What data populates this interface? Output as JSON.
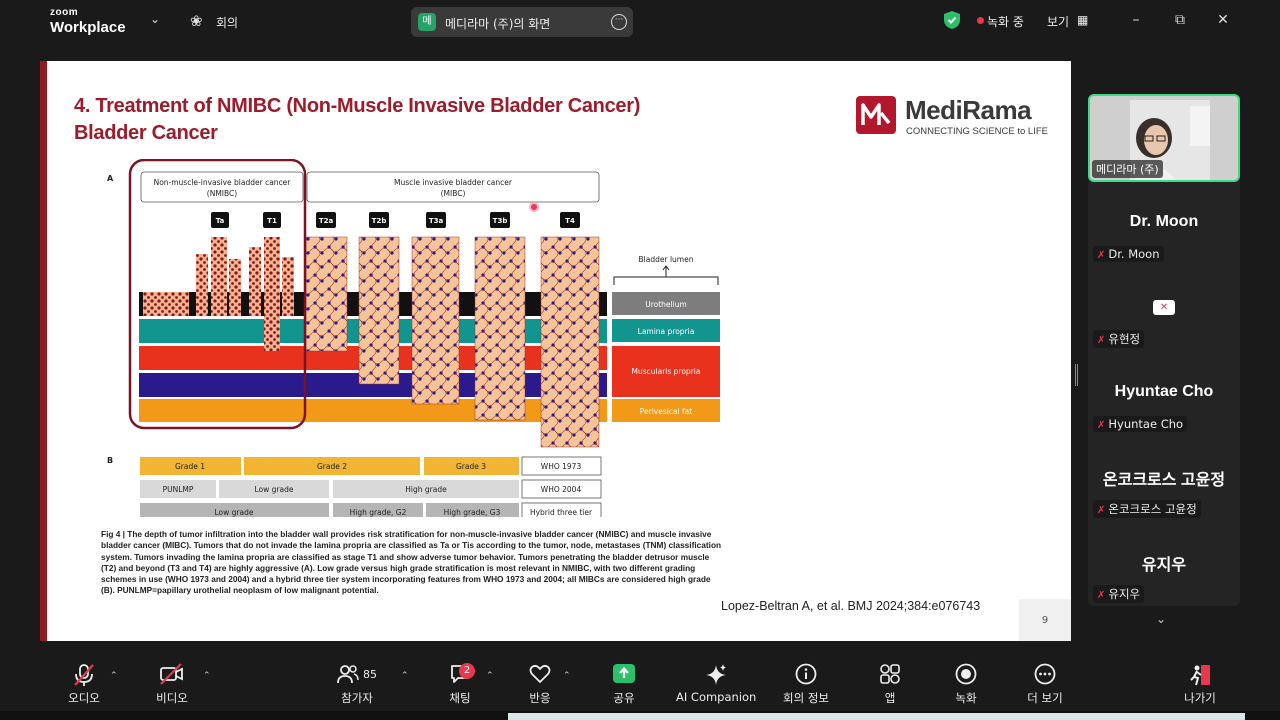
{
  "app": {
    "logo_small": "zoom",
    "logo_big": "Workplace",
    "meeting_label": "회의",
    "share_title": "메디라마 (주)의 화면",
    "share_badge": "메",
    "recording_label": "녹화 중",
    "view_label": "보기"
  },
  "slide": {
    "title_line1": "4. Treatment of NMIBC (Non-Muscle Invasive Bladder Cancer)",
    "title_line2": "Bladder Cancer",
    "brand_name": "MediRama",
    "brand_tagline": "CONNECTING SCIENCE to LIFE",
    "figure": {
      "panel_a_label": "A",
      "panel_b_label": "B",
      "nmibc_header_line1": "Non-muscle-invasive bladder cancer",
      "nmibc_header_line2": "(NMIBC)",
      "mibc_header_line1": "Muscle invasive bladder cancer",
      "mibc_header_line2": "(MIBC)",
      "stages": [
        "Ta",
        "T1",
        "T2a",
        "T2b",
        "T3a",
        "T3b",
        "T4"
      ],
      "bladder_lumen": "Bladder lumen",
      "layers": [
        {
          "label": "Urothelium",
          "color": "#7d7d7d"
        },
        {
          "label": "Lamina propria",
          "color": "#12958f"
        },
        {
          "label": "Muscularis propria",
          "color": "#e8321e"
        },
        {
          "label": "",
          "color": "#2a1a8c"
        },
        {
          "label": "Perivesical fat",
          "color": "#f29a18"
        }
      ],
      "grading_rows": [
        {
          "cells": [
            "Grade 1",
            "Grade 2",
            "Grade 3"
          ],
          "scheme": "WHO 1973"
        },
        {
          "cells": [
            "PUNLMP",
            "Low grade",
            "High grade"
          ],
          "scheme": "WHO 2004"
        },
        {
          "cells": [
            "Low grade",
            "High grade, G2",
            "High grade, G3"
          ],
          "scheme": "Hybrid three tier"
        }
      ]
    },
    "caption": "Fig 4 | The depth of tumor infiltration into the bladder wall provides risk stratification for non-muscle-invasive bladder cancer (NMIBC) and muscle invasive bladder cancer (MIBC). Tumors that do not invade the lamina propria are classified as Ta or Tis according to the tumor, node, metastases (TNM) classification system. Tumors invading the lamina propria are classified as stage T1 and show adverse tumor behavior. Tumors penetrating the bladder detrusor muscle (T2) and beyond (T3 and T4) are highly aggressive (A). Low grade versus high grade stratification is most relevant in NMIBC, with two different grading schemes in use (WHO 1973 and 2004) and a hybrid three tier system incorporating features from WHO 1973 and 2004; all MIBCs are considered high grade (B). PUNLMP=papillary urothelial neoplasm of low malignant potential.",
    "citation": "Lopez-Beltran A, et al. BMJ 2024;384:e076743",
    "page_number": "9"
  },
  "participants": {
    "video_tile_label": "메디라마 (주)",
    "tiles": [
      {
        "name": "Dr. Moon",
        "sub": "Dr. Moon"
      },
      {
        "name": "",
        "sub": "유현정"
      },
      {
        "name": "Hyuntae Cho",
        "sub": "Hyuntae Cho"
      },
      {
        "name": "온코크로스 고윤정",
        "sub": "온코크로스 고윤정"
      },
      {
        "name": "유지우",
        "sub": "유지우"
      }
    ]
  },
  "toolbar": {
    "audio": "오디오",
    "video": "비디오",
    "participants": "참가자",
    "participants_count": "85",
    "chat": "채팅",
    "chat_badge": "2",
    "reactions": "반응",
    "share": "공유",
    "ai_companion": "AI Companion",
    "meeting_info": "회의 정보",
    "apps": "앱",
    "record": "녹화",
    "more": "더 보기",
    "leave": "나가기"
  },
  "colors": {
    "accent": "#9b1c2c",
    "active_speaker": "#3ddc84",
    "share_green": "#2ebf6a",
    "record_red": "#e8384f"
  }
}
